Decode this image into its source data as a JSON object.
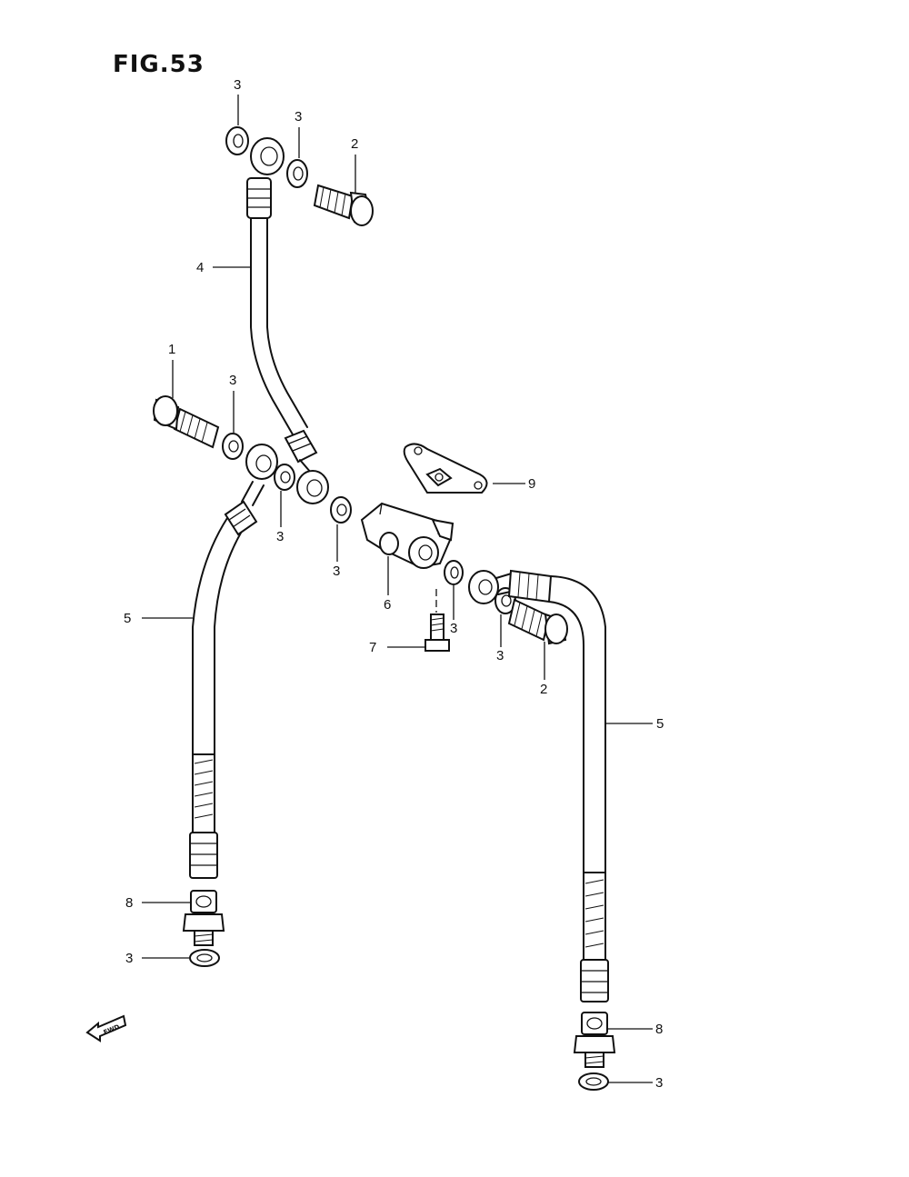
{
  "figure": {
    "title": "FIG.53"
  },
  "fwd_label": "FWD",
  "callouts": {
    "c3_top_left": "3",
    "c3_top_mid": "3",
    "c2_top": "2",
    "c4": "4",
    "c1": "1",
    "c3_mid_left": "3",
    "c9": "9",
    "c3_left_hose": "3",
    "c3_center": "3",
    "c6": "6",
    "c3_junction_right": "3",
    "c5_left": "5",
    "c7": "7",
    "c3_right_bolt": "3",
    "c2_right": "2",
    "c5_right": "5",
    "c8_left": "8",
    "c3_bottom_left": "3",
    "c8_right": "8",
    "c3_bottom_right": "3"
  }
}
